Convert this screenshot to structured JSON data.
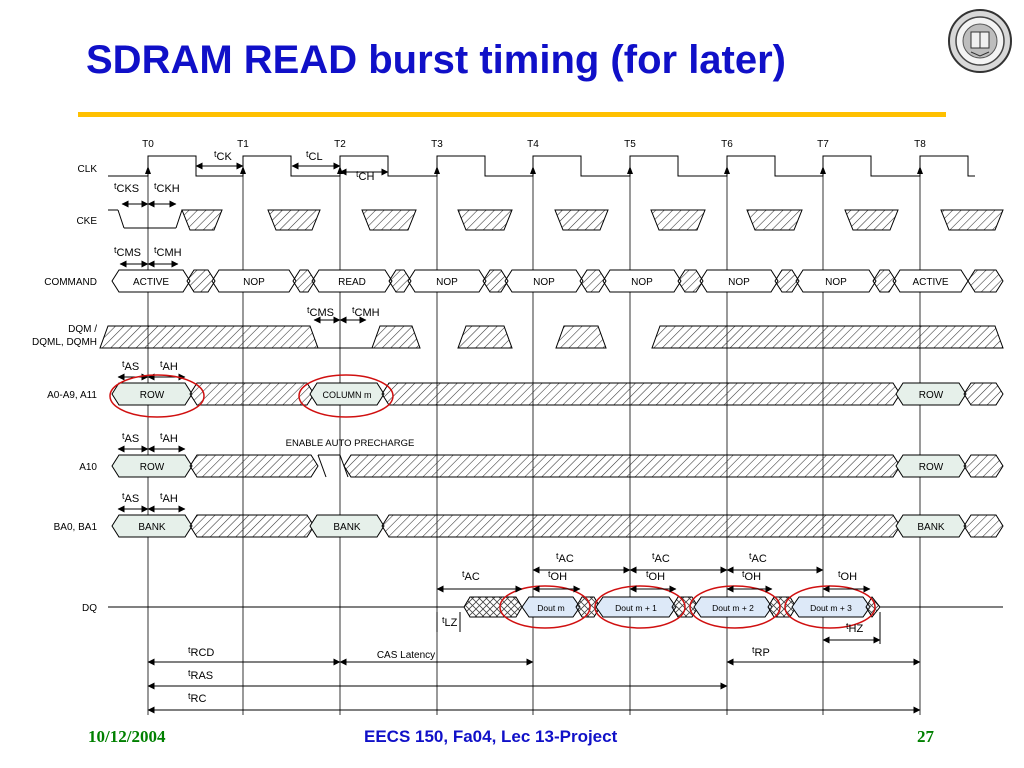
{
  "slide": {
    "title": "SDRAM READ burst timing (for later)",
    "footer_date": "10/12/2004",
    "footer_course": "EECS 150, Fa04, Lec 13-Project",
    "footer_page": "27",
    "colors": {
      "title": "#1010c8",
      "rule": "#ffc000",
      "footer_green": "#008000",
      "bus_fill": "#e6f0ea",
      "dq_fill": "#dde9f8",
      "highlight": "#d01010"
    }
  },
  "diagram": {
    "clock_labels": [
      "T0",
      "T1",
      "T2",
      "T3",
      "T4",
      "T5",
      "T6",
      "T7",
      "T8"
    ],
    "signal_names": [
      "CLK",
      "CKE",
      "COMMAND",
      "DQM /",
      "DQML, DQMH",
      "A0-A9, A11",
      "A10",
      "BA0, BA1",
      "DQ"
    ],
    "commands": [
      "ACTIVE",
      "NOP",
      "READ",
      "NOP",
      "NOP",
      "NOP",
      "NOP",
      "NOP",
      "ACTIVE"
    ],
    "addr_labels": [
      "ROW",
      "COLUMN m",
      "ROW"
    ],
    "a10_labels": [
      "ROW",
      "ROW"
    ],
    "a10_note": "ENABLE AUTO PRECHARGE",
    "bank_labels": [
      "BANK",
      "BANK",
      "BANK"
    ],
    "dq_labels": [
      "Dout m",
      "Dout m + 1",
      "Dout m + 2",
      "Dout m + 3"
    ],
    "timing": {
      "t": "t",
      "CK": "CK",
      "CL": "CL",
      "CH": "CH",
      "CKS": "CKS",
      "CKH": "CKH",
      "CMS": "CMS",
      "CMH": "CMH",
      "AS": "AS",
      "AH": "AH",
      "AC": "AC",
      "OH": "OH",
      "LZ": "LZ",
      "HZ": "HZ",
      "RCD": "RCD",
      "RAS": "RAS",
      "RC": "RC",
      "RP": "RP",
      "cas_latency": "CAS Latency"
    }
  }
}
